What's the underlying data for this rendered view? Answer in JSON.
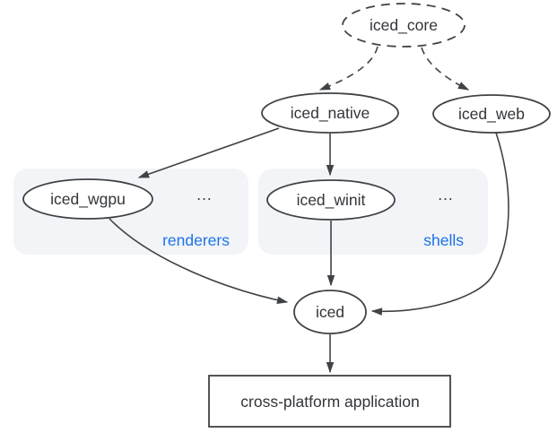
{
  "diagram": {
    "nodes": {
      "iced_core": {
        "label": "iced_core",
        "shape": "ellipse-dashed"
      },
      "iced_native": {
        "label": "iced_native",
        "shape": "ellipse"
      },
      "iced_web": {
        "label": "iced_web",
        "shape": "ellipse"
      },
      "iced_wgpu": {
        "label": "iced_wgpu",
        "shape": "ellipse"
      },
      "iced_winit": {
        "label": "iced_winit",
        "shape": "ellipse"
      },
      "iced": {
        "label": "iced",
        "shape": "ellipse"
      },
      "application": {
        "label": "cross-platform application",
        "shape": "rect"
      }
    },
    "groups": {
      "renderers": {
        "label": "renderers",
        "ellipsis": "...",
        "contains": [
          "iced_wgpu"
        ]
      },
      "shells": {
        "label": "shells",
        "ellipsis": "...",
        "contains": [
          "iced_winit"
        ]
      }
    },
    "edges": [
      {
        "from": "iced_core",
        "to": "iced_native",
        "style": "dashed"
      },
      {
        "from": "iced_core",
        "to": "iced_web",
        "style": "dashed"
      },
      {
        "from": "iced_native",
        "to": "iced_wgpu",
        "style": "solid"
      },
      {
        "from": "iced_native",
        "to": "iced_winit",
        "style": "solid"
      },
      {
        "from": "iced_wgpu",
        "to": "iced",
        "style": "solid"
      },
      {
        "from": "iced_winit",
        "to": "iced",
        "style": "solid"
      },
      {
        "from": "iced_web",
        "to": "iced",
        "style": "solid"
      },
      {
        "from": "iced",
        "to": "application",
        "style": "solid"
      }
    ],
    "colors": {
      "stroke": "#3f4246",
      "text": "#323539",
      "group_fill": "#f3f4f7",
      "accent_blue": "#1a73e8",
      "background": "#ffffff"
    }
  }
}
